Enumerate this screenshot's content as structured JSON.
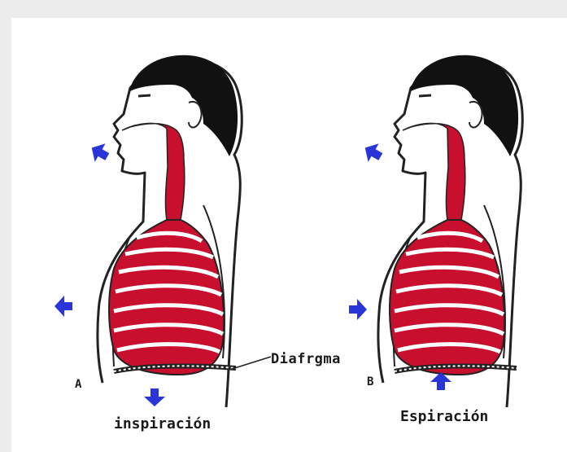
{
  "labels": {
    "figure_a": "A",
    "figure_b": "B",
    "diaphragm": "Diafrgma",
    "inspiration": "inspiración",
    "expiration": "Espiración"
  },
  "colors": {
    "airway_red": "#c8102e",
    "arrow_blue": "#2a35d8",
    "hair_black": "#111111",
    "outline": "#222222"
  },
  "icons": [
    "air-flow-arrow-icon"
  ]
}
